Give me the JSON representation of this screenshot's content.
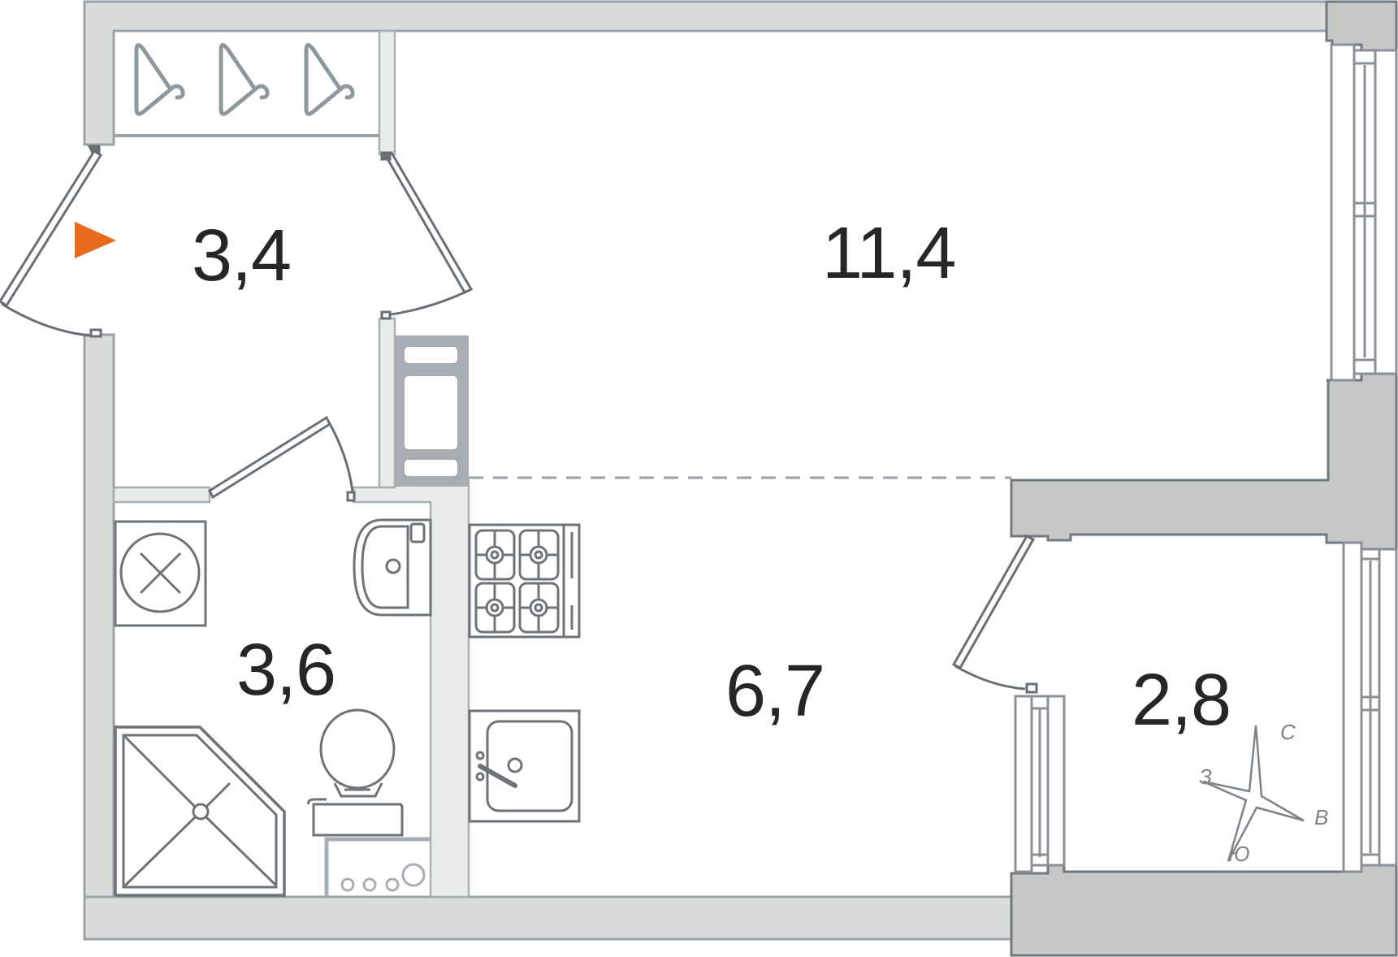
{
  "plan": {
    "type": "apartment-floor-plan",
    "entrance_marker_color": "#E86A1F",
    "colors": {
      "outer_wall_fill": "#DADCDC",
      "bearing_wall_fill": "#C6C8C8",
      "partition_fill": "#E9EBEB",
      "line": "#7A8288",
      "light_line": "#A7AFB4",
      "fixture_line": "#6E7378",
      "hanger": "#8E989F",
      "fridge_fill": "#A7AEB3",
      "text": "#262626"
    }
  },
  "rooms": [
    {
      "id": "hallway",
      "area": "3,4"
    },
    {
      "id": "living-room",
      "area": "11,4"
    },
    {
      "id": "bathroom",
      "area": "3,6"
    },
    {
      "id": "kitchen",
      "area": "6,7"
    },
    {
      "id": "balcony",
      "area": "2,8"
    }
  ],
  "compass": {
    "north": "С",
    "east": "В",
    "south": "Ю",
    "west": "З"
  }
}
